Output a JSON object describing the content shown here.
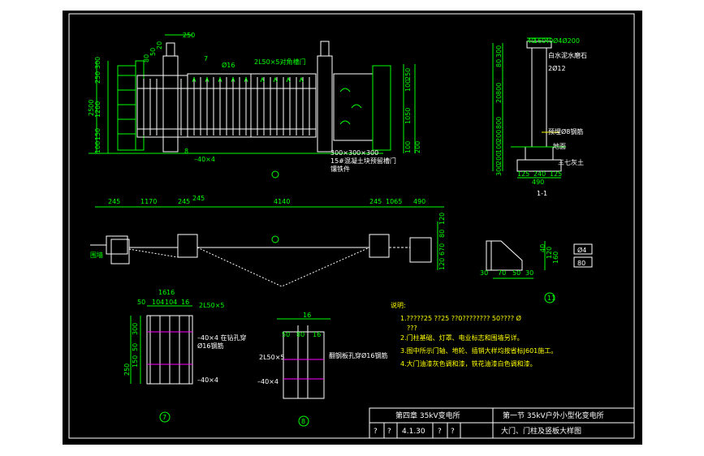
{
  "elevation": {
    "dims_left": [
      "300",
      "250",
      "1200",
      "150",
      "100"
    ],
    "overall": "2500",
    "dims_right": [
      "100",
      "1050",
      "100",
      "250",
      "200"
    ],
    "dims_top": [
      "250",
      "20",
      "50",
      "80"
    ],
    "notes": [
      "7",
      "Ø16",
      "2L50×5对角槽门",
      "8",
      "–40×4",
      "300×300×300",
      "15#混凝土块预留槽门",
      "镶铁件"
    ]
  },
  "section11": {
    "dims_top": [
      "40",
      "160",
      "40",
      "Ø4Ø200"
    ],
    "notes": [
      "白水泥水磨石",
      "2Ø12",
      "预埋Ø8钢筋",
      "地面",
      "三七灰土"
    ],
    "dims_left": [
      "300",
      "80",
      "800",
      "20",
      "800",
      "200",
      "100",
      "200",
      "300"
    ],
    "dims_bottom": [
      "125",
      "240",
      "125",
      "490"
    ],
    "label": "1-1"
  },
  "plan": {
    "dims": [
      "245",
      "1170",
      "245",
      "245",
      "4140",
      "245",
      "1065",
      "490"
    ],
    "dims_right": [
      "120",
      "80",
      "670",
      "120"
    ],
    "wall_label": "围墙"
  },
  "detail11": {
    "dims": [
      "30",
      "70",
      "50",
      "30",
      "40",
      "120",
      "160"
    ],
    "ref": "11",
    "box_top": "Ø4",
    "box_bot": "80"
  },
  "detail7": {
    "dims_top": [
      "50",
      "16",
      "16",
      "104",
      "104",
      "16"
    ],
    "angle": "2L50×5",
    "dims_left": [
      "300",
      "50",
      "150",
      "250"
    ],
    "notes": [
      "–40×4 在钻孔穿",
      "Ø16钢筋",
      "–40×4"
    ],
    "ref": "7"
  },
  "detail8": {
    "dims_top": [
      "16",
      "50",
      "80",
      "16"
    ],
    "angle": "2L50×5",
    "notes": [
      "–40×4",
      "翻钢板孔穿Ø16钢筋"
    ],
    "ref": "8"
  },
  "notes": {
    "title": "说明:",
    "lines": [
      "1.?????25 ??25 ??0????????  50????  Ø",
      "???",
      "2.门柱基础、灯罩、电业标志和围墙另详。",
      "3.图中所示门轴、地轮、插销大样均按省标J601施工。",
      "4.大门油漆灰色调和漆，铁花油漆白色调和漆。"
    ]
  },
  "title_block": {
    "chapter": "第四章  35kV变电所",
    "section": "第一节   35kV户外小型化变电所",
    "q1": "?",
    "q2": "?",
    "code": "4.1.30",
    "q3": "?",
    "q4": "?",
    "drawing_title": "大门、门柱及竖板大样图"
  },
  "colors": {
    "bg": "#000000",
    "green": "#00ff00",
    "white": "#ffffff",
    "yellow": "#ffff00",
    "magenta": "#ff00ff"
  }
}
